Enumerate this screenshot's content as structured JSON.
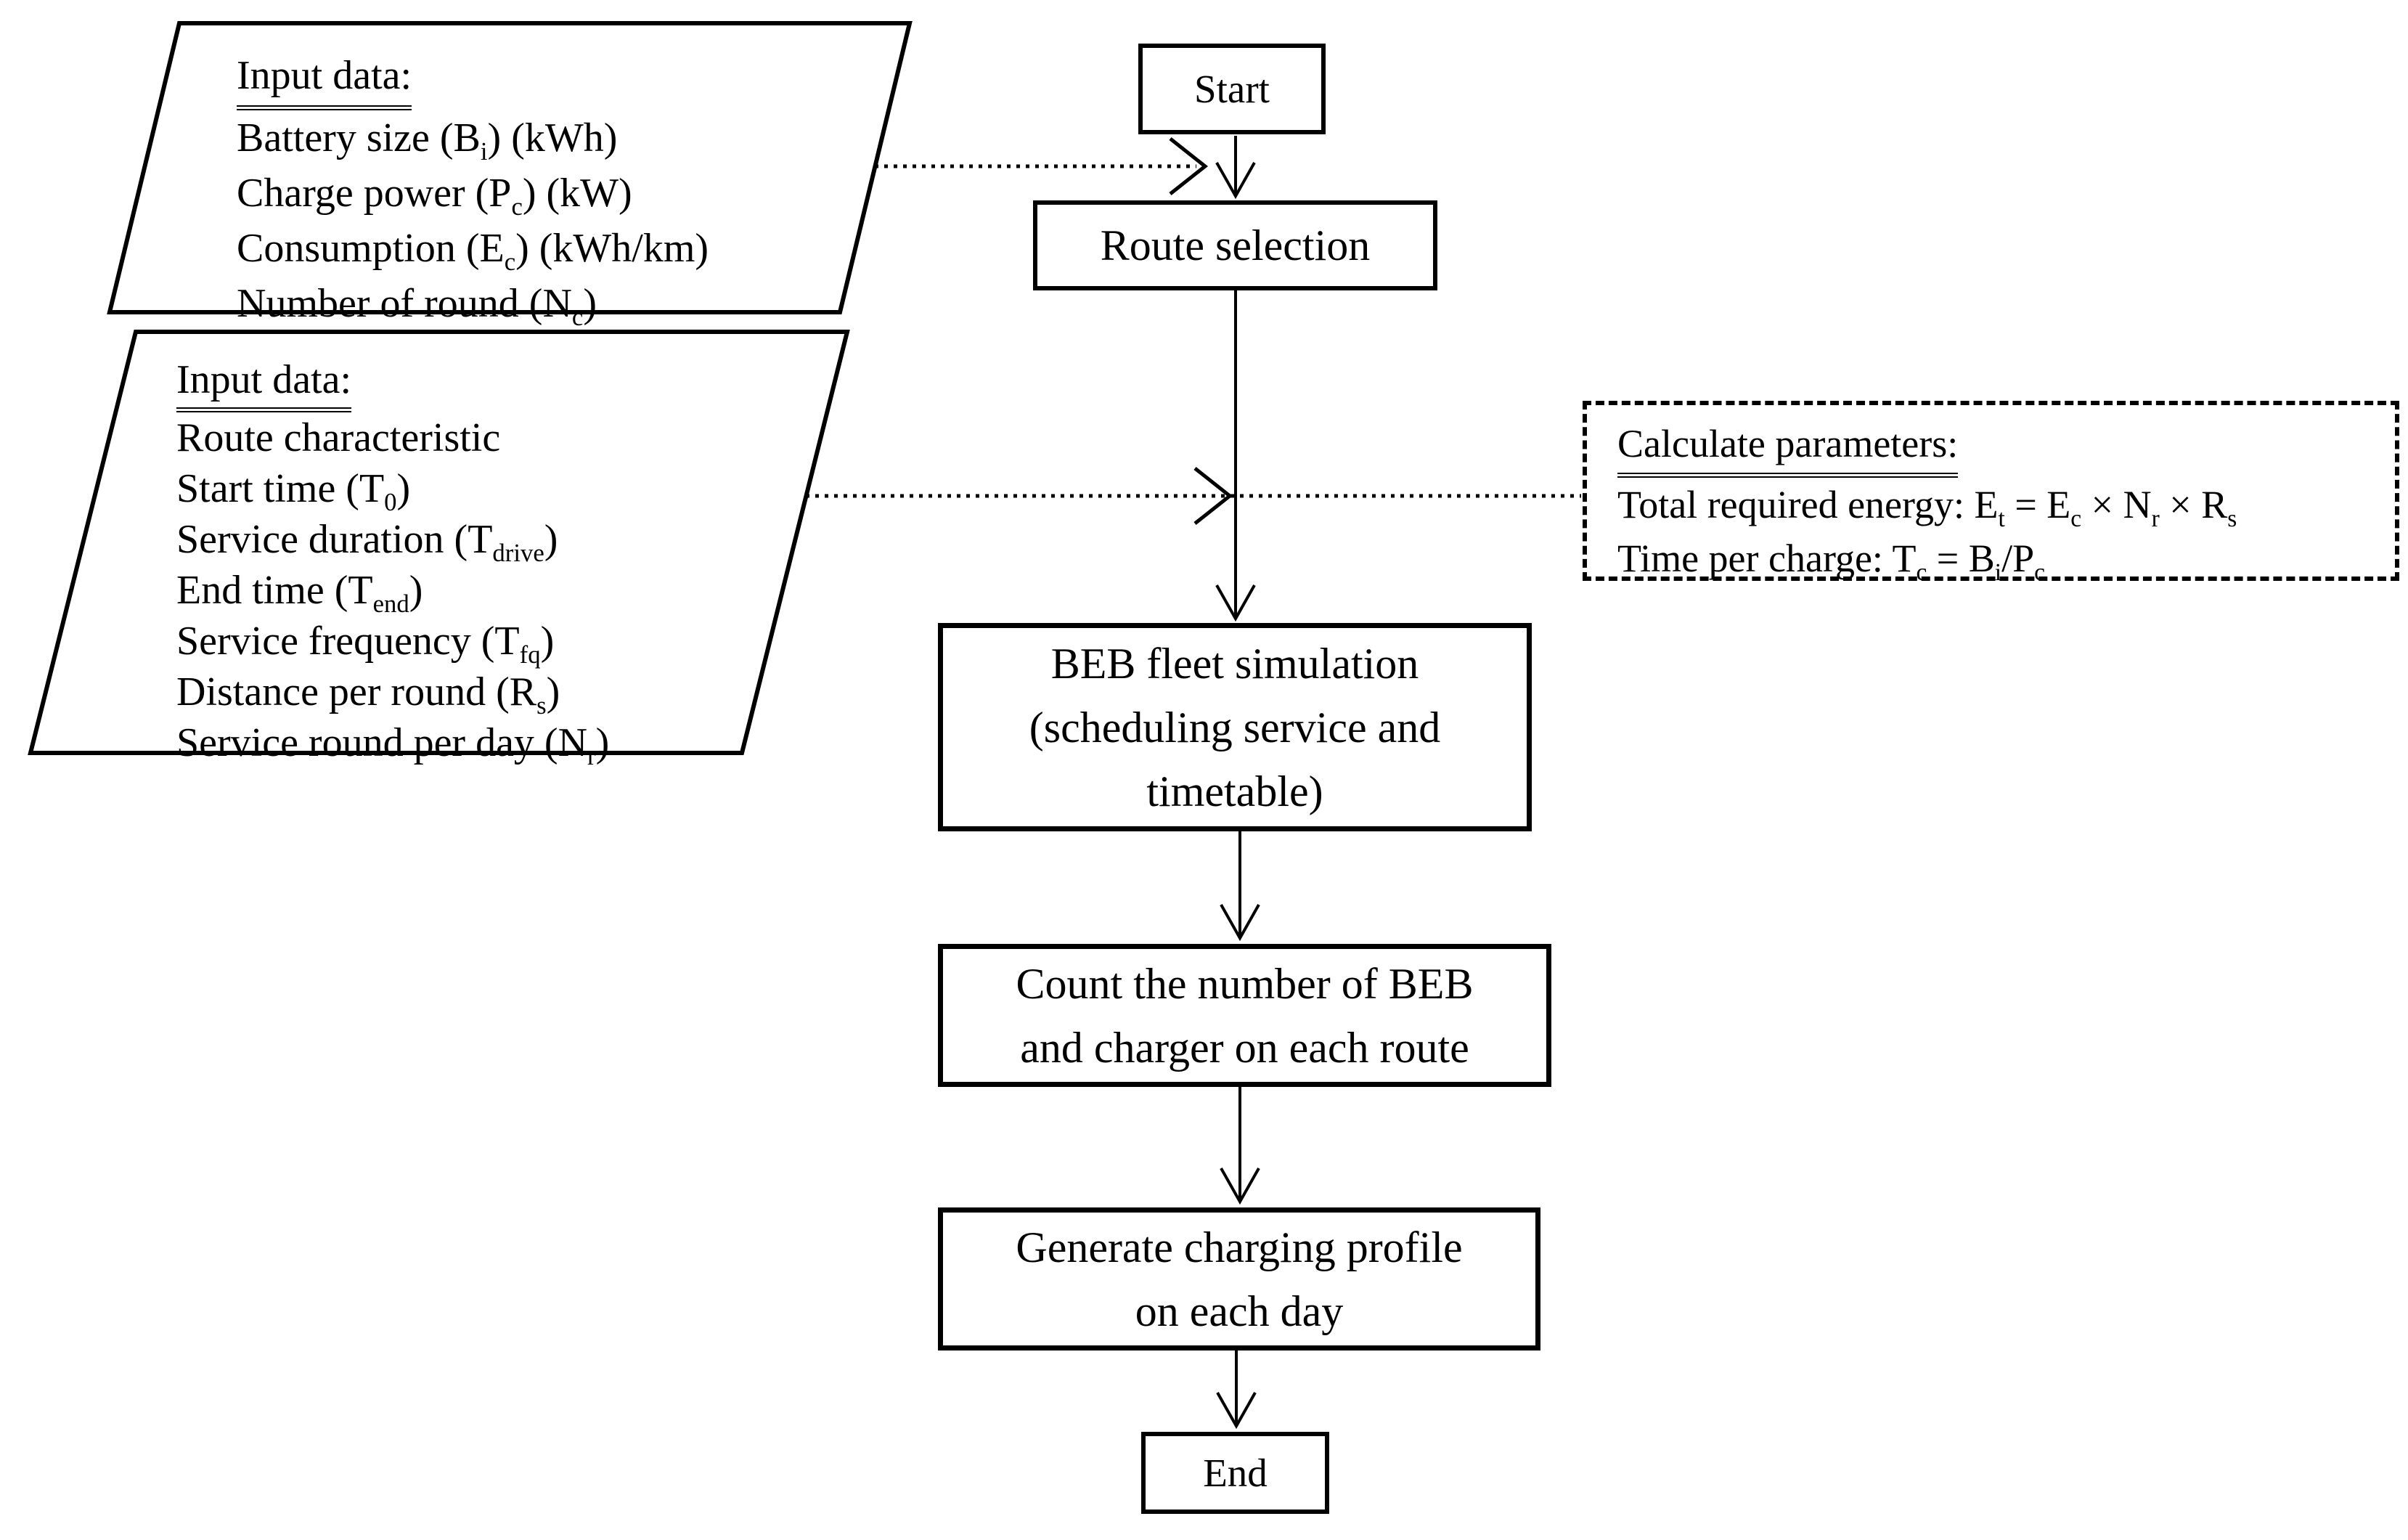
{
  "page": {
    "background": "#ffffff",
    "ink": "#000000"
  },
  "nodes": {
    "input1": {
      "title": "Input data:",
      "lines": [
        "Battery size (B~i~) (kWh)",
        "Charge power (P~c~) (kW)",
        "Consumption (E~c~) (kWh/km)",
        "Number of round (N~c~)"
      ]
    },
    "input2": {
      "title": "Input data:",
      "lines": [
        "Route characteristic",
        "Start time (T~0~)",
        "Service duration (T~drive~)",
        "End time (T~end~)",
        "Service frequency (T~fq~)",
        "Distance per round (R~s~)",
        "Service round per day (N~r~)"
      ]
    },
    "calc": {
      "title": "Calculate parameters:",
      "lines": [
        "Total required energy: E~t~ = E~c~ × N~r~ × R~s~",
        "Time per charge: T~c~ = B~i~/P~c~"
      ]
    },
    "start": {
      "label": "Start"
    },
    "route": {
      "label": "Route selection"
    },
    "beb": {
      "lines": [
        "BEB fleet simulation",
        "(scheduling service and",
        "timetable)"
      ]
    },
    "count": {
      "lines": [
        "Count the number of BEB",
        "and charger on each route"
      ]
    },
    "generate": {
      "lines": [
        "Generate charging profile",
        "on each day"
      ]
    },
    "end": {
      "label": "End"
    }
  }
}
